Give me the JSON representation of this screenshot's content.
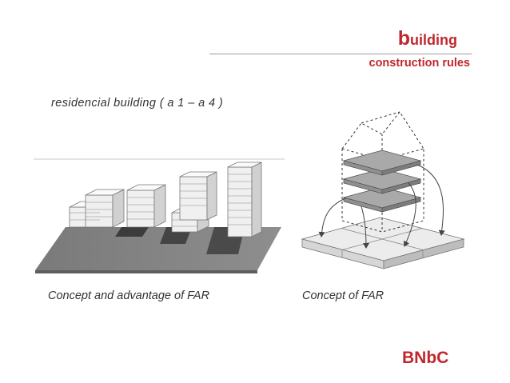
{
  "title": {
    "first_letter": "b",
    "rest": "uilding"
  },
  "subtitle": "construction rules",
  "subheading": "residencial  building  ( a 1 – a 4 )",
  "captions": {
    "left": "Concept and advantage of FAR",
    "right": "Concept of FAR"
  },
  "logo": "BNbC",
  "colors": {
    "accent": "#c0272d",
    "text": "#333333",
    "ground": "#808080",
    "floor_grey": "#a9a9a9"
  }
}
